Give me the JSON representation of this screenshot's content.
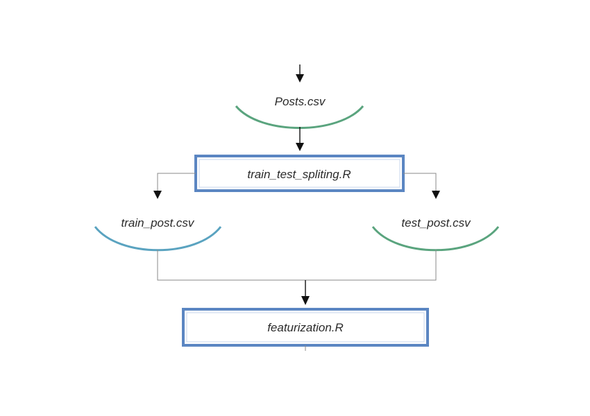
{
  "diagram": {
    "nodes": {
      "posts": {
        "label": "Posts.csv",
        "color": "#5aa47e"
      },
      "split_script": {
        "label": "train_test_spliting.R",
        "border_color": "#5b86c2"
      },
      "train": {
        "label": "train_post.csv",
        "color": "#5aa3c0"
      },
      "test": {
        "label": "test_post.csv",
        "color": "#5aa47e"
      },
      "feat_script": {
        "label": "featurization.R",
        "border_color": "#5b86c2"
      }
    }
  }
}
